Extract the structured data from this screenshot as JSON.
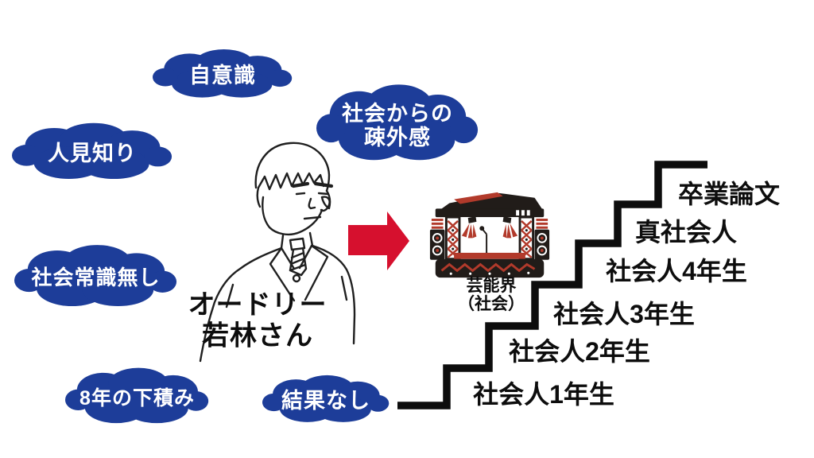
{
  "colors": {
    "cloud_blue": "#1d3d99",
    "ink": "#1f1f1f",
    "text_black": "#0d0d0d",
    "arrow_red": "#d6102e",
    "stage_red": "#b23a2b",
    "stage_black": "#211c19",
    "background": "#ffffff"
  },
  "clouds": [
    {
      "label": "自意識"
    },
    {
      "line1": "社会からの",
      "line2": "疎外感"
    },
    {
      "label": "人見知り"
    },
    {
      "label": "社会常識無し"
    },
    {
      "label": "8年の下積み"
    },
    {
      "label": "結果なし"
    }
  ],
  "person": {
    "line1": "オードリー",
    "line2": "若林さん"
  },
  "stage": {
    "line1": "芸能界",
    "line2": "（社会）"
  },
  "stairs": {
    "steps": [
      "社会人1年生",
      "社会人2年生",
      "社会人3年生",
      "社会人4年生",
      "真社会人",
      "卒業論文"
    ]
  }
}
